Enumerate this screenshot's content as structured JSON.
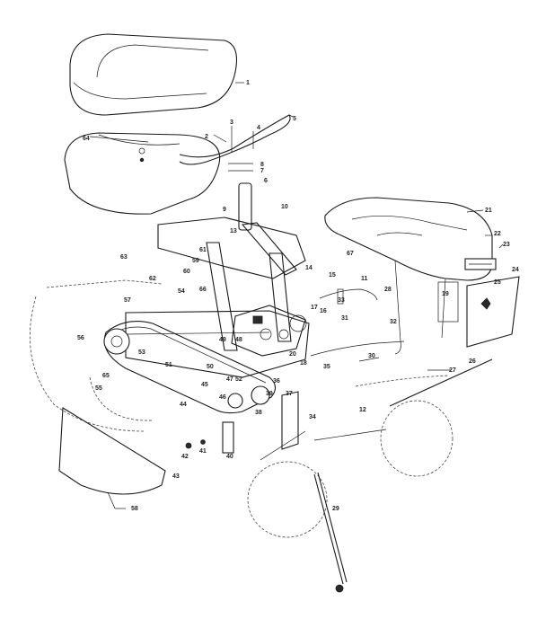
{
  "callouts": [
    "1",
    "2",
    "3",
    "4",
    "5",
    "6",
    "7",
    "8",
    "9",
    "10",
    "11",
    "12",
    "13",
    "14",
    "15",
    "16",
    "17",
    "18",
    "19",
    "20",
    "21",
    "22",
    "23",
    "24",
    "25",
    "26",
    "27",
    "28",
    "29",
    "30",
    "31",
    "32",
    "33",
    "34",
    "35",
    "36",
    "37",
    "38",
    "39",
    "40",
    "41",
    "42",
    "43",
    "44",
    "45",
    "46",
    "47",
    "48",
    "49",
    "50",
    "51",
    "52",
    "53",
    "54",
    "55",
    "56",
    "57",
    "58",
    "59",
    "60",
    "61",
    "62",
    "63",
    "64",
    "65",
    "66",
    "67"
  ]
}
